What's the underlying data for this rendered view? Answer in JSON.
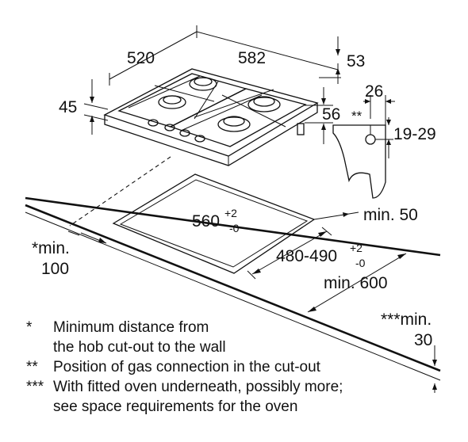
{
  "dimensions": {
    "width_520": "520",
    "length_582": "582",
    "depth_53": "53",
    "height_45": "45",
    "side_56": "56",
    "conn_26": "26",
    "conn_asterisk": "**",
    "conn_range": "19-29",
    "cutout_width": "560",
    "cutout_width_tol_plus": "+2",
    "cutout_width_tol_minus": "-0",
    "cutout_depth": "480-490",
    "cutout_depth_tol_plus": "+2",
    "cutout_depth_tol_minus": "-0",
    "min_50": "min. 50",
    "min_600": "min. 600",
    "wall_min_label": "*min.",
    "wall_min_value": "100",
    "oven_min_label": "***min.",
    "oven_min_value": "30"
  },
  "legend": [
    {
      "symbol": "*",
      "lines": [
        "Minimum distance from",
        "the hob cut-out to the wall"
      ]
    },
    {
      "symbol": "**",
      "lines": [
        "Position of gas connection in the cut-out"
      ]
    },
    {
      "symbol": "***",
      "lines": [
        "With fitted oven underneath, possibly more;",
        "see space requirements for the oven"
      ]
    }
  ]
}
